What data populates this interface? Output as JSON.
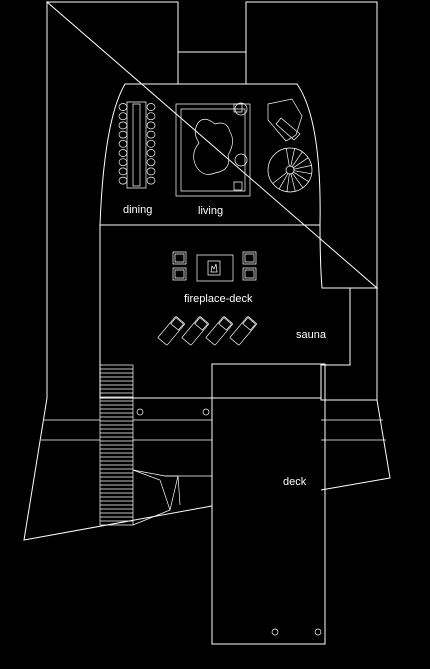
{
  "labels": {
    "dining": "dining",
    "living": "living",
    "fireplace_deck": "fireplace-deck",
    "sauna": "sauna",
    "deck": "deck"
  },
  "colors": {
    "background": "#000000",
    "line": "#ffffff"
  }
}
